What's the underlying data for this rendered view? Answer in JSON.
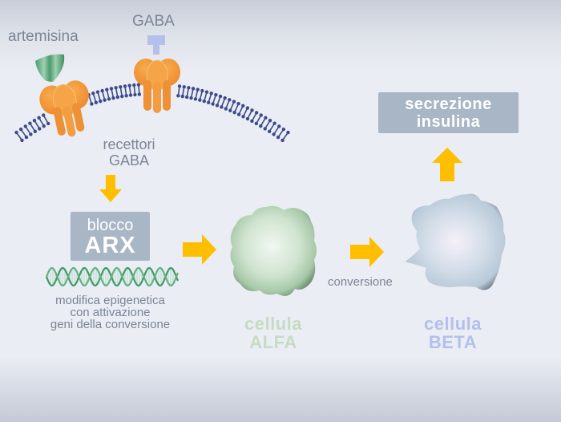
{
  "labels": {
    "artemisinin": "artemisina",
    "gaba": "GABA",
    "gaba_receptors_line1": "recettori",
    "gaba_receptors_line2": "GABA",
    "arx_box_line1": "blocco",
    "arx_box_line2": "ARX",
    "epigenetic_line1": "modifica epigenetica",
    "epigenetic_line2": "con attivazione",
    "epigenetic_line3": "geni della conversione",
    "conversion": "conversione",
    "alpha_cell_line1": "cellula",
    "alpha_cell_line2": "ALFA",
    "beta_cell_line1": "cellula",
    "beta_cell_line2": "BETA",
    "insulin_box_line1": "secrezione",
    "insulin_box_line2": "insulina"
  },
  "colors": {
    "arrow": "#ffbf00",
    "receptor": "#f29a3c",
    "artemisinin": "#5aa27a",
    "gaba_ligand": "#b3c0ec",
    "membrane": "#3d4a8c",
    "alpha_cell": "#c8dcc8",
    "beta_cell": "#c4d4e2",
    "alpha_text": "#c6dbc4",
    "beta_text": "#b3c0ec",
    "box": "#a8b6c6",
    "dna": "#3e9a66",
    "label_text": "#7c8596"
  }
}
